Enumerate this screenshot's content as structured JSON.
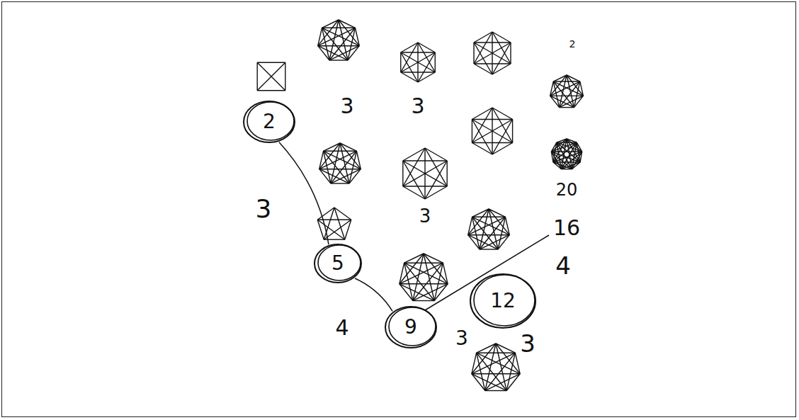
{
  "diagram": {
    "nodes": [
      {
        "text": [
          "2"
        ]
      },
      {
        "text": [
          "5"
        ]
      },
      {
        "text": [
          "9"
        ]
      },
      {
        "text": [
          "12"
        ]
      }
    ],
    "edges": [
      {
        "from": 0,
        "to": 1,
        "arrow": "none"
      },
      {
        "from": 1,
        "to": 2,
        "arrow": "none"
      }
    ],
    "labels": [
      "3",
      "3",
      "3",
      "3",
      "20",
      "16",
      "4",
      "4",
      "3",
      "3",
      "2"
    ]
  }
}
